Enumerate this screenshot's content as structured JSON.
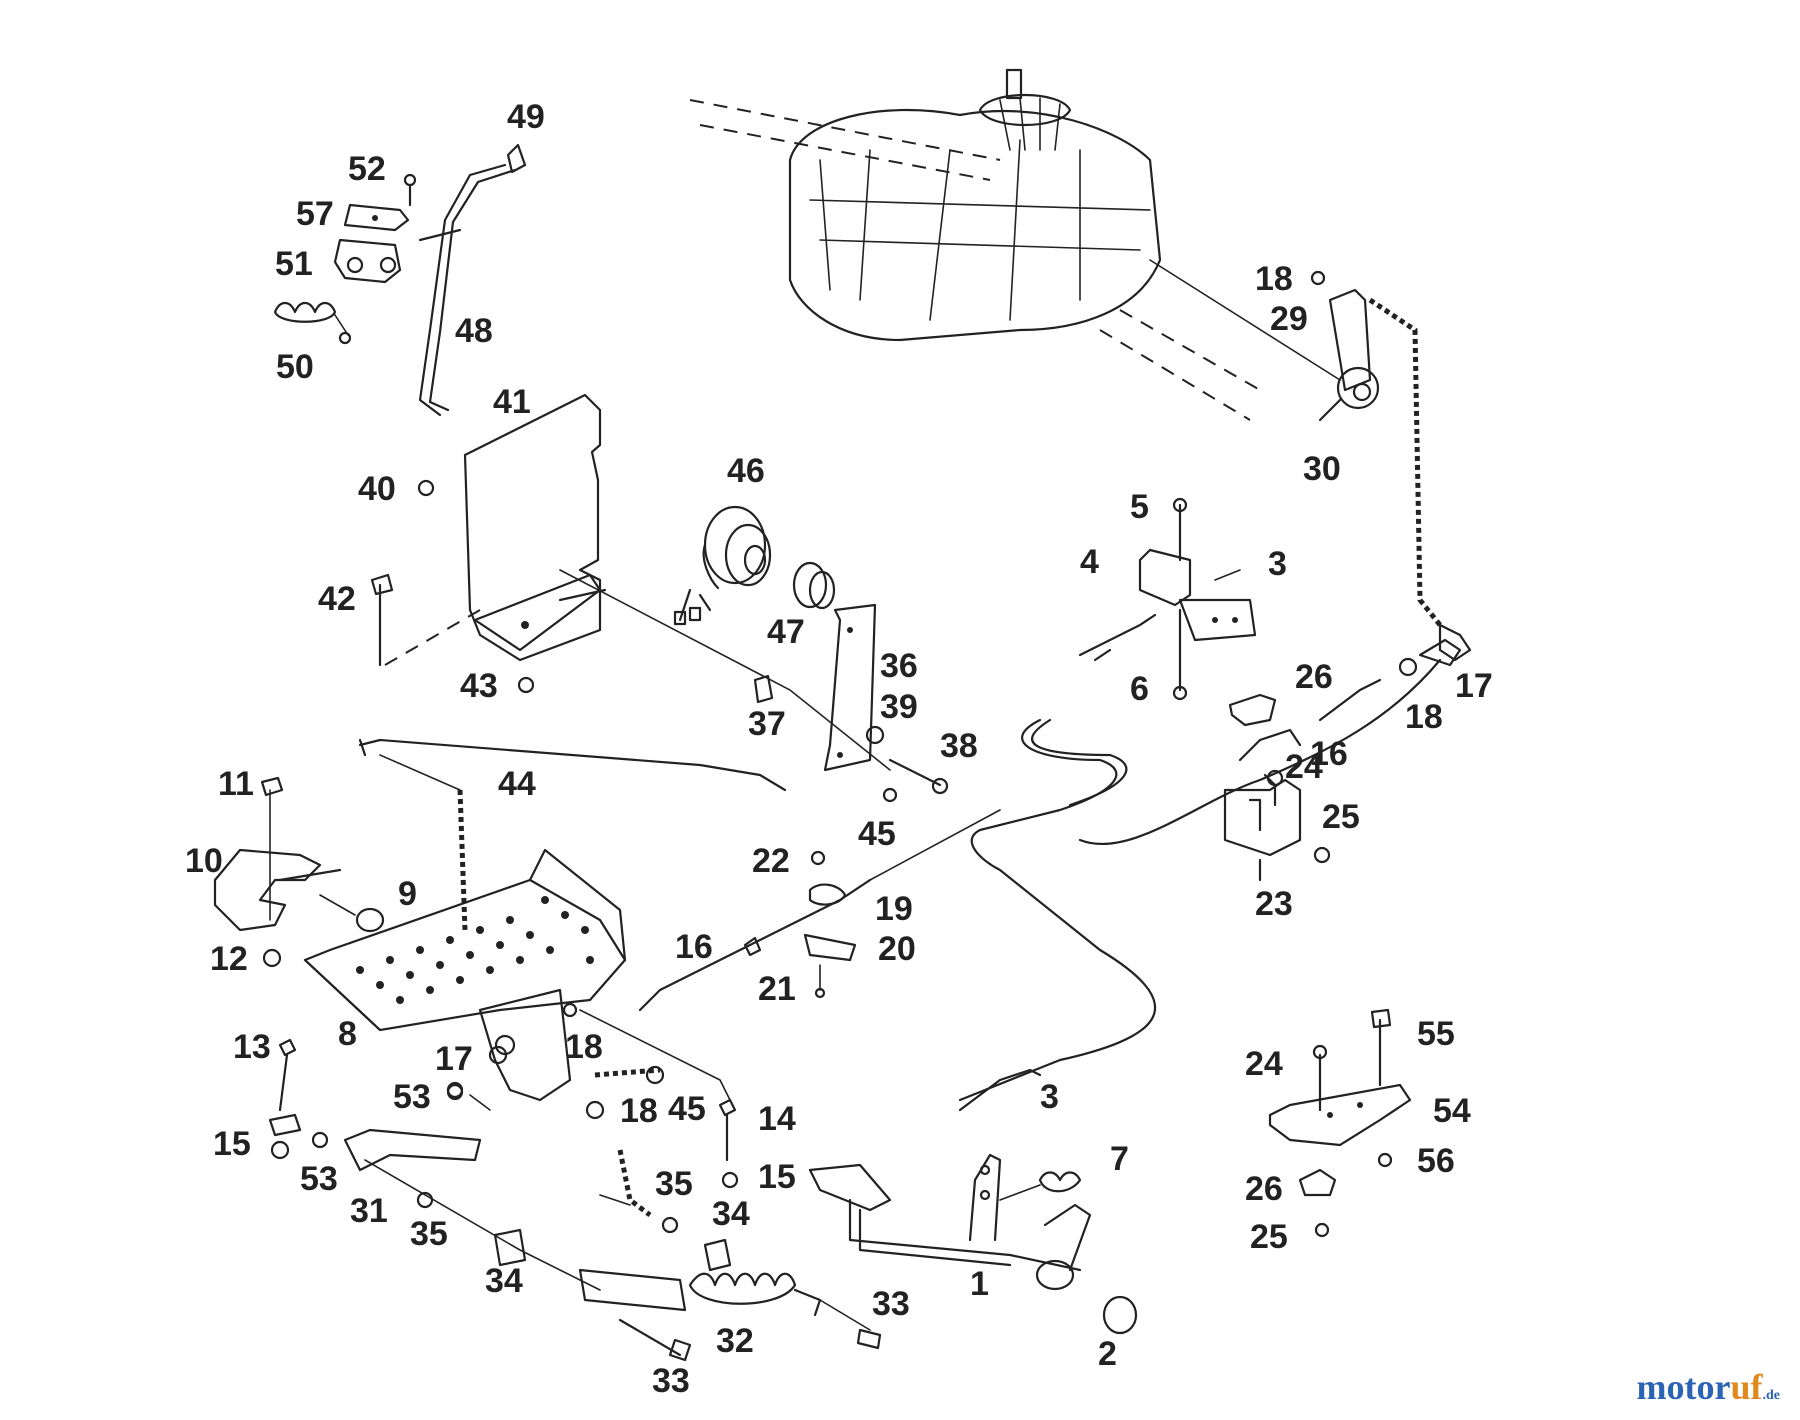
{
  "labels": {
    "l1": "1",
    "l2": "2",
    "l3a": "3",
    "l3b": "3",
    "l4": "4",
    "l5": "5",
    "l6": "6",
    "l7": "7",
    "l8": "8",
    "l9": "9",
    "l10": "10",
    "l11": "11",
    "l12": "12",
    "l13": "13",
    "l14": "14",
    "l15a": "15",
    "l15b": "15",
    "l16a": "16",
    "l16b": "16",
    "l17a": "17",
    "l17b": "17",
    "l18a": "18",
    "l18b": "18",
    "l18c": "18",
    "l18d": "18",
    "l19": "19",
    "l20": "20",
    "l21": "21",
    "l22": "22",
    "l23": "23",
    "l24a": "24",
    "l24b": "24",
    "l25a": "25",
    "l25b": "25",
    "l26a": "26",
    "l26b": "26",
    "l29": "29",
    "l30": "30",
    "l31": "31",
    "l32": "32",
    "l33a": "33",
    "l33b": "33",
    "l34a": "34",
    "l34b": "34",
    "l35a": "35",
    "l35b": "35",
    "l36": "36",
    "l37": "37",
    "l38": "38",
    "l39": "39",
    "l40": "40",
    "l41": "41",
    "l42": "42",
    "l43": "43",
    "l44": "44",
    "l45a": "45",
    "l45b": "45",
    "l46": "46",
    "l47": "47",
    "l48": "48",
    "l49": "49",
    "l50": "50",
    "l51": "51",
    "l52": "52",
    "l53a": "53",
    "l53b": "53",
    "l54": "54",
    "l55": "55",
    "l56": "56",
    "l57": "57"
  },
  "watermark": {
    "main_a": "motor",
    "main_b": "uf",
    "suffix": ".de"
  }
}
